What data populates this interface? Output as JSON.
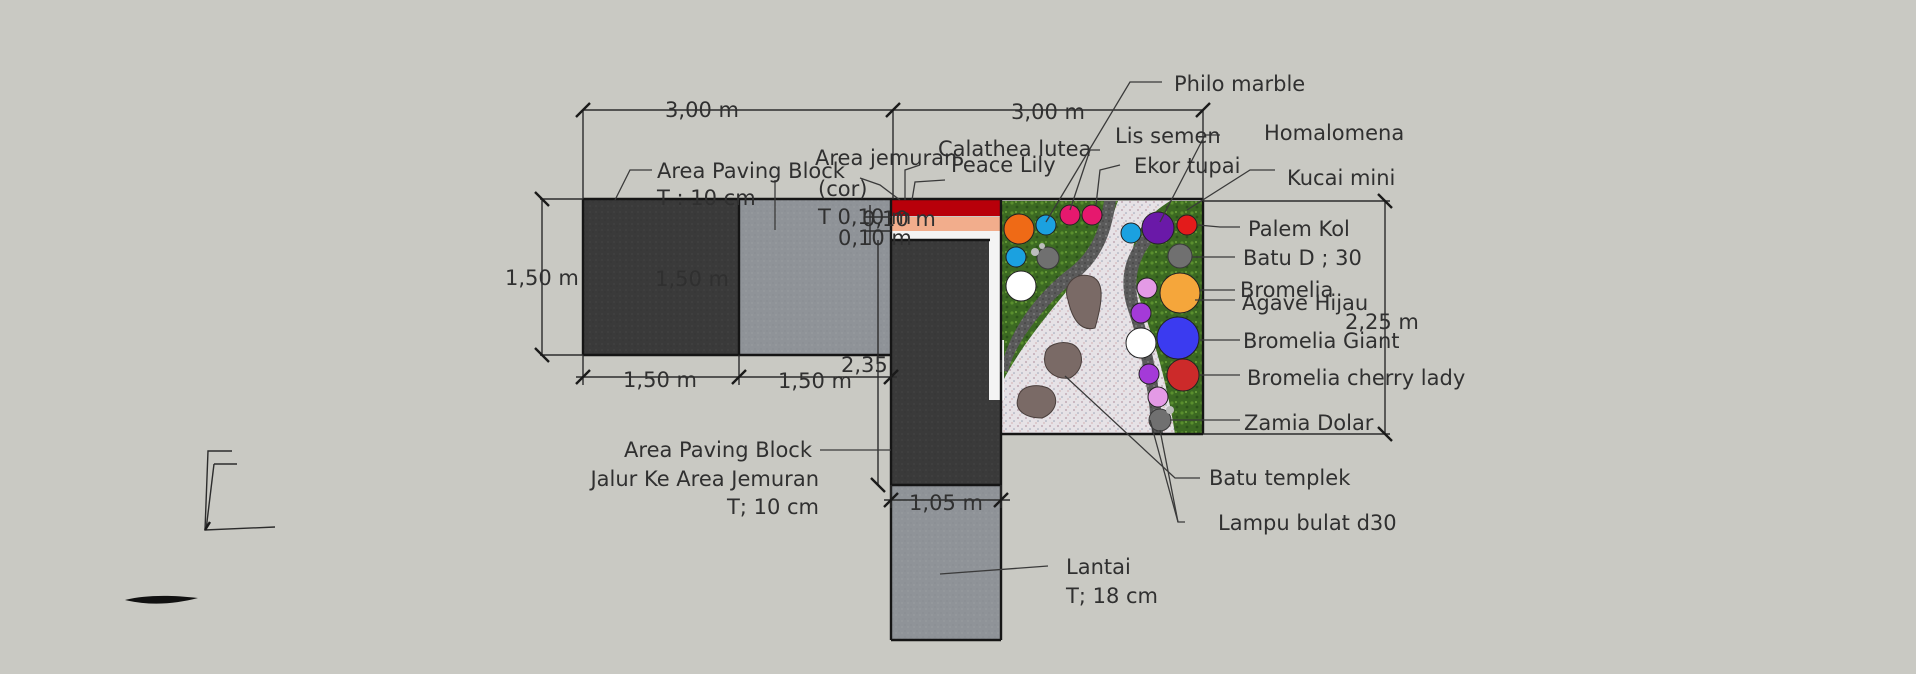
{
  "dimensions": {
    "top_left": "3,00 m",
    "top_right": "3,00 m",
    "left_height": "1,50 m",
    "inner_height": "1,50 m",
    "bottom_left": "1,50 m",
    "bottom_mid": "1,50 m",
    "path_length": "2,35",
    "path_width": "1,05 m",
    "garden_height": "2,25 m",
    "strip_a": "0,10 m",
    "strip_b": "0,10 m",
    "strip_t": "T 0,10 m"
  },
  "labels": {
    "area_paving_top": "Area Paving Block",
    "area_paving_top_t": "T : 10 cm",
    "area_jemuran_1": "Area jemuran",
    "area_jemuran_2": "(cor)",
    "calathea": "Calathea lutea",
    "peace_lily": "Peace Lily",
    "philo": "Philo marble",
    "lis_semen": "Lis semen",
    "ekor_tupai": "Ekor tupai",
    "homalomena": "Homalomena",
    "kucai": "Kucai mini",
    "palem_kol": "Palem Kol",
    "batu_d": "Batu D ; 30",
    "bromelia": "Bromelia",
    "agave": "Agave Hijau",
    "bromelia_giant": "Bromelia Giant",
    "bromelia_cherry": "Bromelia cherry lady",
    "zamia": "Zamia Dolar",
    "batu_templek": "Batu templek",
    "lampu": "Lampu bulat d30",
    "area_paving_path_1": "Area Paving Block",
    "area_paving_path_2": "Jalur Ke Area Jemuran",
    "area_paving_path_3": "T; 10 cm",
    "lantai_1": "Lantai",
    "lantai_2": "T; 18 cm"
  },
  "colors": {
    "background": "#c9c9c3",
    "dark_paving": "#3a3a3a",
    "light_paving": "#8f9398",
    "grass": "#3c6a22",
    "gravel": "#e6e2e6",
    "lis_semen": "#b8000a",
    "strip_salmon": "#f2ad8c"
  }
}
